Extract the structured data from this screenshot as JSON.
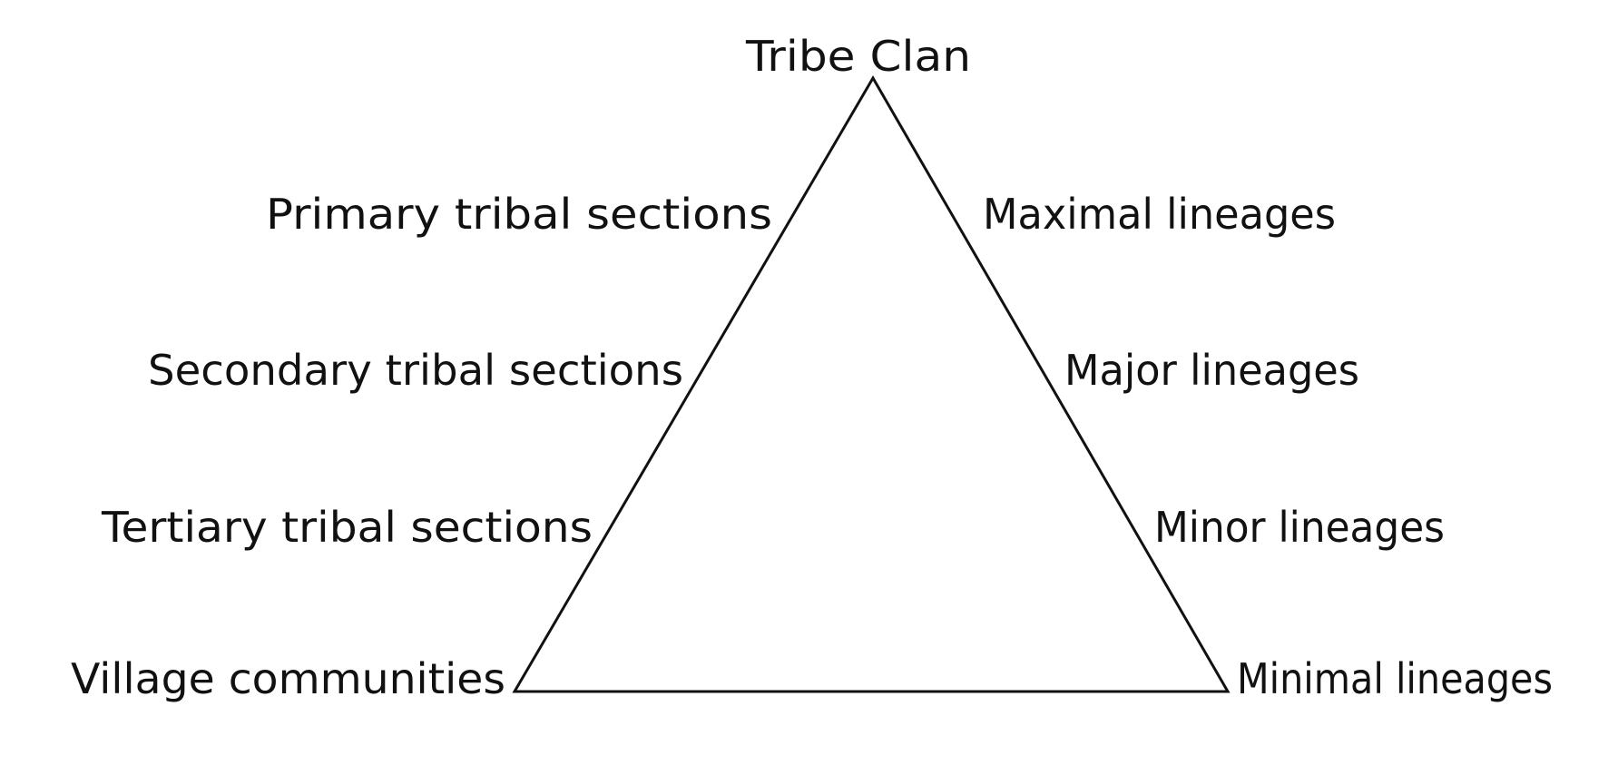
{
  "diagram": {
    "apex_label": "Tribe Clan",
    "left_labels": [
      "Primary tribal sections",
      "Secondary tribal sections",
      "Tertiary tribal sections",
      "Village communities"
    ],
    "right_labels": [
      "Maximal lineages",
      "Major lineages",
      "Minor lineages",
      "Minimal lineages"
    ],
    "line_color": "#111111"
  }
}
